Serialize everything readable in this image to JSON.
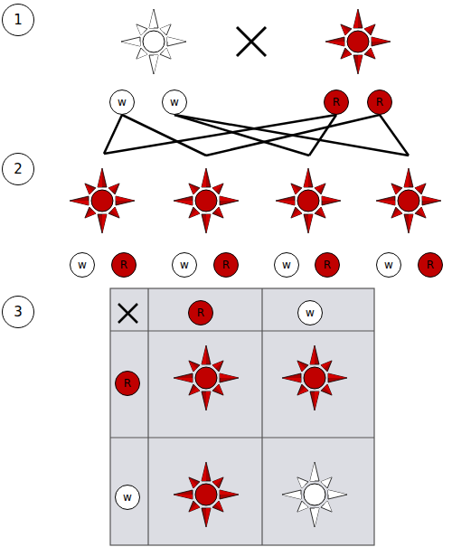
{
  "diagram": {
    "nodes": [
      {
        "text": [
          "w"
        ]
      },
      {
        "text": [
          "w"
        ]
      },
      {
        "text": [
          "R"
        ]
      },
      {
        "text": [
          "R"
        ]
      },
      {
        "text": [
          "w"
        ]
      },
      {
        "text": [
          "R"
        ]
      },
      {
        "text": [
          "w"
        ]
      },
      {
        "text": [
          "R"
        ]
      },
      {
        "text": [
          "w"
        ]
      },
      {
        "text": [
          "R"
        ]
      },
      {
        "text": [
          "w"
        ]
      },
      {
        "text": [
          "R"
        ]
      },
      {
        "text": [
          "R"
        ]
      },
      {
        "text": [
          "w"
        ]
      },
      {
        "text": [
          "R"
        ]
      },
      {
        "text": [
          "w"
        ]
      }
    ],
    "labels": [
      "1",
      "2",
      "3"
    ]
  }
}
